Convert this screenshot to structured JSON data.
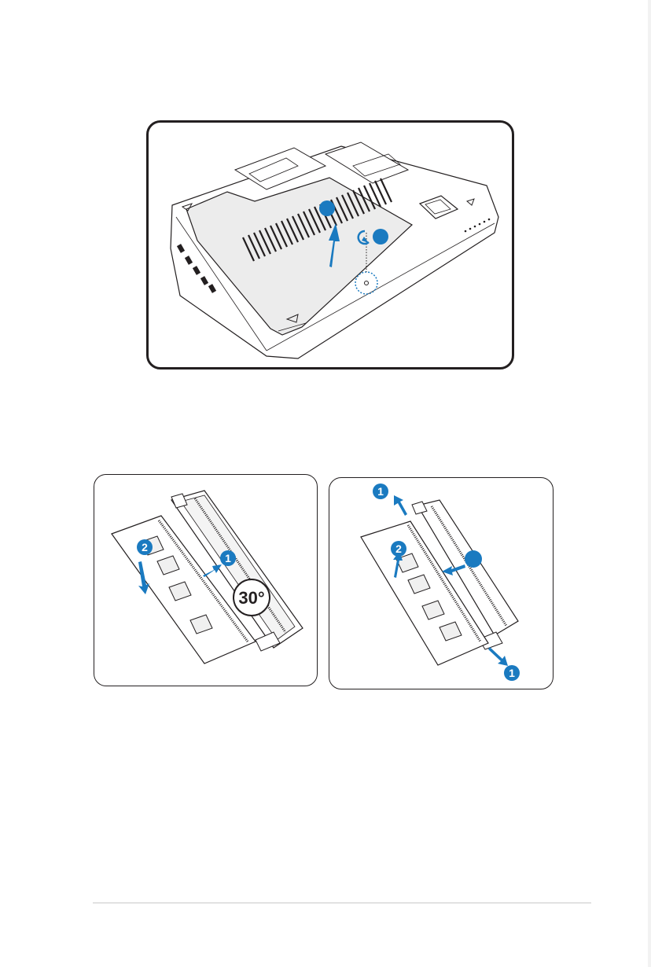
{
  "figures": {
    "top": {
      "name": "bottom-panel-removal"
    },
    "install": {
      "angle_label": "30°",
      "step_1": "1",
      "step_2": "2"
    },
    "remove": {
      "step_1_top": "1",
      "step_1_bottom": "1",
      "step_2": "2"
    }
  },
  "colors": {
    "accent_blue": "#1a7ac0",
    "line": "#231f20",
    "fill_light": "#eeeeee"
  }
}
